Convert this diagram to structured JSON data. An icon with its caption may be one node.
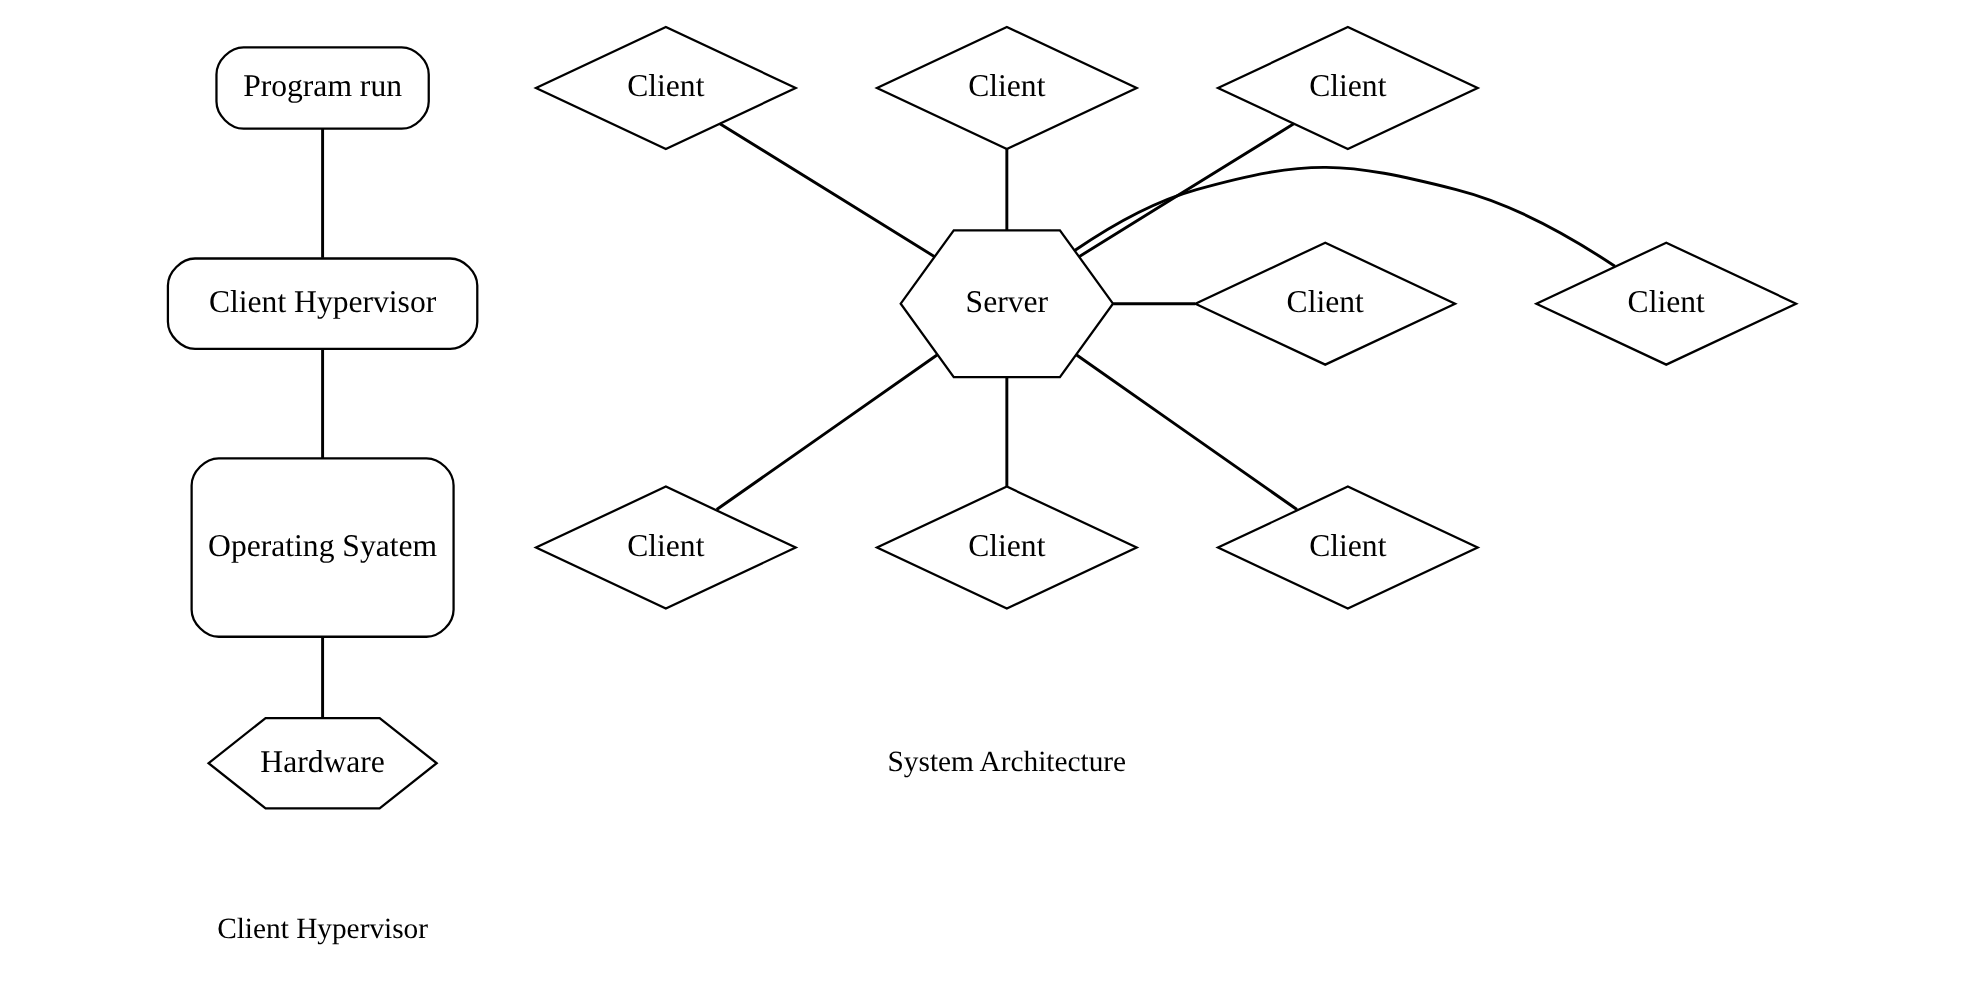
{
  "diagram": {
    "nodes": [
      {
        "text": [
          "Program run"
        ]
      },
      {
        "text": [
          "Client Hypervisor"
        ]
      },
      {
        "text": [
          "Operating Syatem"
        ]
      },
      {
        "text": [
          "Hardware"
        ]
      },
      {
        "text": [
          "Client"
        ]
      },
      {
        "text": [
          "Client"
        ]
      },
      {
        "text": [
          "Client"
        ]
      },
      {
        "text": [
          "Client"
        ]
      },
      {
        "text": [
          "Server"
        ]
      },
      {
        "text": [
          "Client"
        ]
      },
      {
        "text": [
          "Client"
        ]
      },
      {
        "text": [
          "Client"
        ]
      },
      {
        "text": [
          "Client"
        ]
      }
    ],
    "edges": [
      {
        "from": 0,
        "to": 1,
        "arrow": "none"
      },
      {
        "from": 1,
        "to": 2,
        "arrow": "none"
      },
      {
        "from": 2,
        "to": 3,
        "arrow": "none"
      },
      {
        "from": 4,
        "to": 8,
        "arrow": "none"
      },
      {
        "from": 5,
        "to": 8,
        "arrow": "none"
      },
      {
        "from": 6,
        "to": 8,
        "arrow": "none"
      },
      {
        "from": 8,
        "to": 7,
        "arrow": "none"
      },
      {
        "from": 8,
        "to": 9,
        "arrow": "none"
      },
      {
        "from": 8,
        "to": 10,
        "arrow": "none"
      },
      {
        "from": 8,
        "to": 11,
        "arrow": "none"
      },
      {
        "from": 8,
        "to": 12,
        "arrow": "none"
      }
    ],
    "labels": [
      "Client Hypervisor",
      "System Architecture"
    ]
  }
}
